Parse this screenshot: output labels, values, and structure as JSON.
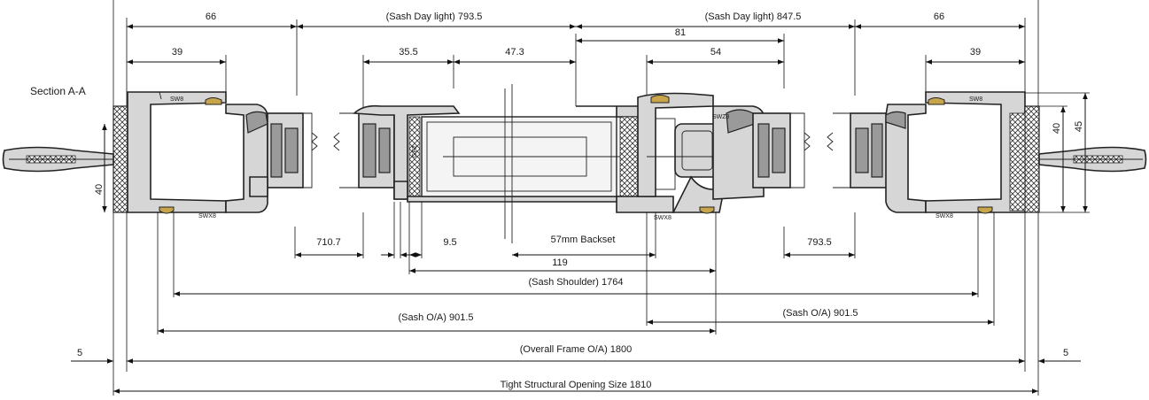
{
  "section_label": "Section A-A",
  "dimensions": {
    "top_left_66": "66",
    "top_right_66": "66",
    "sash_daylight_left": "(Sash Day light) 793.5",
    "sash_daylight_right": "(Sash Day light) 847.5",
    "d81": "81",
    "d39_left": "39",
    "d39_right": "39",
    "d35_5": "35.5",
    "d47_3": "47.3",
    "d54": "54",
    "d40_left": "40",
    "d40_right": "40",
    "d45": "45",
    "d710_7": "710.7",
    "d9_5": "9.5",
    "backset": "57mm Backset",
    "d793_5": "793.5",
    "d119": "119",
    "sash_shoulder": "(Sash Shoulder) 1764",
    "sash_oa_left": "(Sash O/A) 901.5",
    "sash_oa_right": "(Sash O/A) 901.5",
    "d5_left": "5",
    "d5_right": "5",
    "overall_frame": "(Overall Frame O/A) 1800",
    "structural_opening": "Tight Structural Opening Size 1810"
  },
  "part_labels": {
    "sw8_left": "SW8",
    "sw8_right": "SW8",
    "swx8_left": "SWX8",
    "swx8_center": "SWX8",
    "swx8_right": "SWX8",
    "swz8": "SWZ8",
    "gf2": "GF2"
  },
  "colors": {
    "line": "#111111",
    "profile_fill": "#d6d6d6",
    "profile_dark": "#9a9a9a",
    "seal": "#c8a54a"
  }
}
